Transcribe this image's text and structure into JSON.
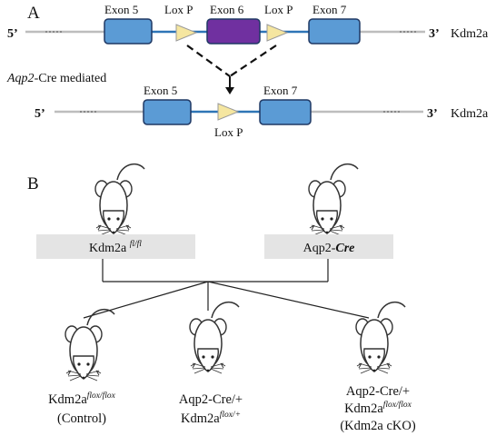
{
  "panel_a": {
    "letter": "A",
    "five_prime": "5’",
    "three_prime": "3’",
    "gene": "Kdm2a",
    "floxed_allele": {
      "exons": [
        "Exon 5",
        "Exon 6",
        "Exon 7"
      ],
      "loxp_labels": [
        "Lox P",
        "Lox P"
      ]
    },
    "mediator": {
      "gene_italic": "Aqp2",
      "suffix": "-Cre mediated"
    },
    "deleted_allele": {
      "exons": [
        "Exon 5",
        "Exon 7"
      ],
      "loxp_label": "Lox P"
    },
    "colors": {
      "exon_blue": "#5b9bd5",
      "exon6_purple": "#7030a0",
      "loxp_yellow": "#f5e6a0",
      "gene_line": "#bdbdbd",
      "intron_blue": "#2e75b6"
    }
  },
  "panel_b": {
    "letter": "B",
    "parents": [
      {
        "base": "Kdm2a ",
        "sup": "fl/fl"
      },
      {
        "base": "Aqp2-",
        "emph": "Cre"
      }
    ],
    "offspring": [
      {
        "lines": [
          {
            "base": "Kdm2a",
            "sup": "flox/flox"
          },
          {
            "base": "(Control)"
          }
        ]
      },
      {
        "lines": [
          {
            "base": "Aqp2-Cre/+"
          },
          {
            "base": "Kdm2a",
            "sup": "flox/+"
          }
        ]
      },
      {
        "lines": [
          {
            "base": "Aqp2-Cre/+"
          },
          {
            "base": "Kdm2a",
            "sup": "flox/flox"
          },
          {
            "base": "(Kdm2a cKO)"
          }
        ]
      }
    ],
    "icons": [
      "mouse-icon"
    ]
  }
}
